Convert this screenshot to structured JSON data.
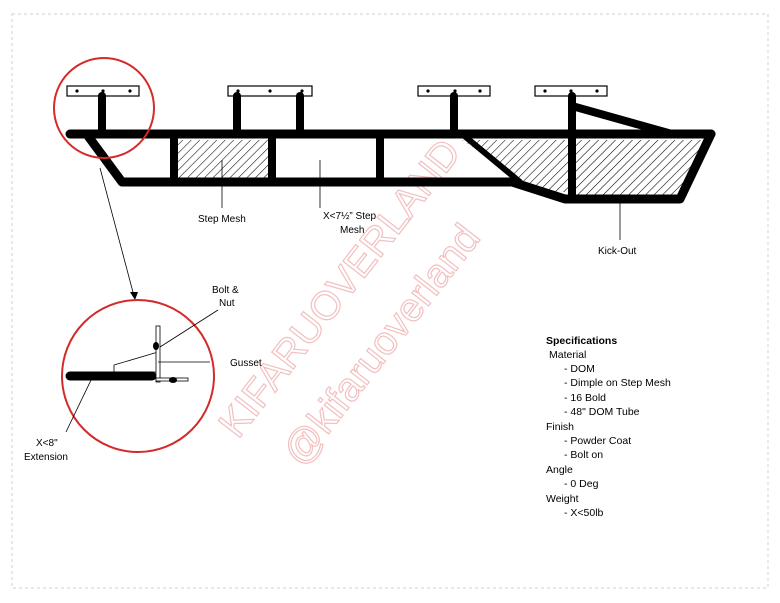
{
  "labels": {
    "step_mesh": "Step Mesh",
    "step_mesh_width_1": "X<7½” Step",
    "step_mesh_width_2": "Mesh",
    "kick_out": "Kick-Out",
    "bolt_nut_1": "Bolt &",
    "bolt_nut_2": "Nut",
    "gusset": "Gusset",
    "extension_1": "X<8\"",
    "extension_2": "Extension"
  },
  "specifications": {
    "title": "Specifications",
    "material": "Material",
    "material_items": [
      "- DOM",
      "- Dimple on Step Mesh",
      "- 16 Bold",
      "- 48\" DOM Tube"
    ],
    "finish": "Finish",
    "finish_items": [
      "- Powder Coat",
      "- Bolt on"
    ],
    "angle": "Angle",
    "angle_items": [
      "- 0 Deg"
    ],
    "weight": "Weight",
    "weight_items": [
      "- X<50lb"
    ]
  },
  "watermark": {
    "line1": "KIFARUOVERLAND",
    "line2": "@kifaruoverland",
    "color": "#e88b8b"
  },
  "colors": {
    "frame": "#000000",
    "highlight_circle": "#d42a2a",
    "hatch": "#000000",
    "border": "#d0d0d0"
  }
}
